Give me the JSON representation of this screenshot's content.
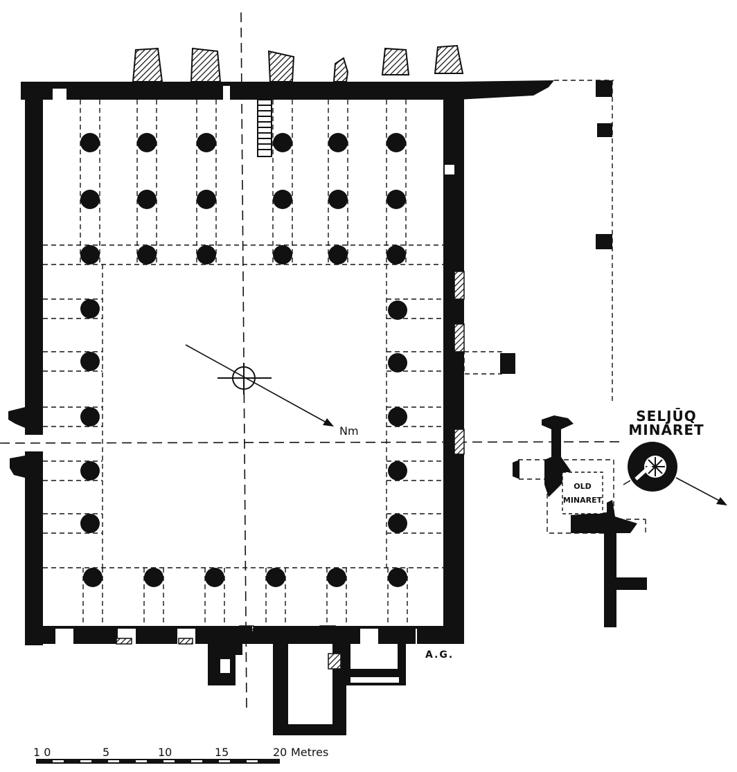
{
  "labels": {
    "minaret_line1": "SELJŪQ",
    "minaret_line2": "MINARET",
    "old_minaret_line1": "OLD",
    "old_minaret_line2": "MINARET",
    "north_marker": "Nm",
    "initials": "A.G."
  },
  "scale_bar": {
    "ticks": [
      "1 0",
      "5",
      "10",
      "15",
      "20"
    ],
    "unit": "Metres"
  },
  "colors": {
    "ink": "#111111",
    "paper": "#ffffff"
  }
}
